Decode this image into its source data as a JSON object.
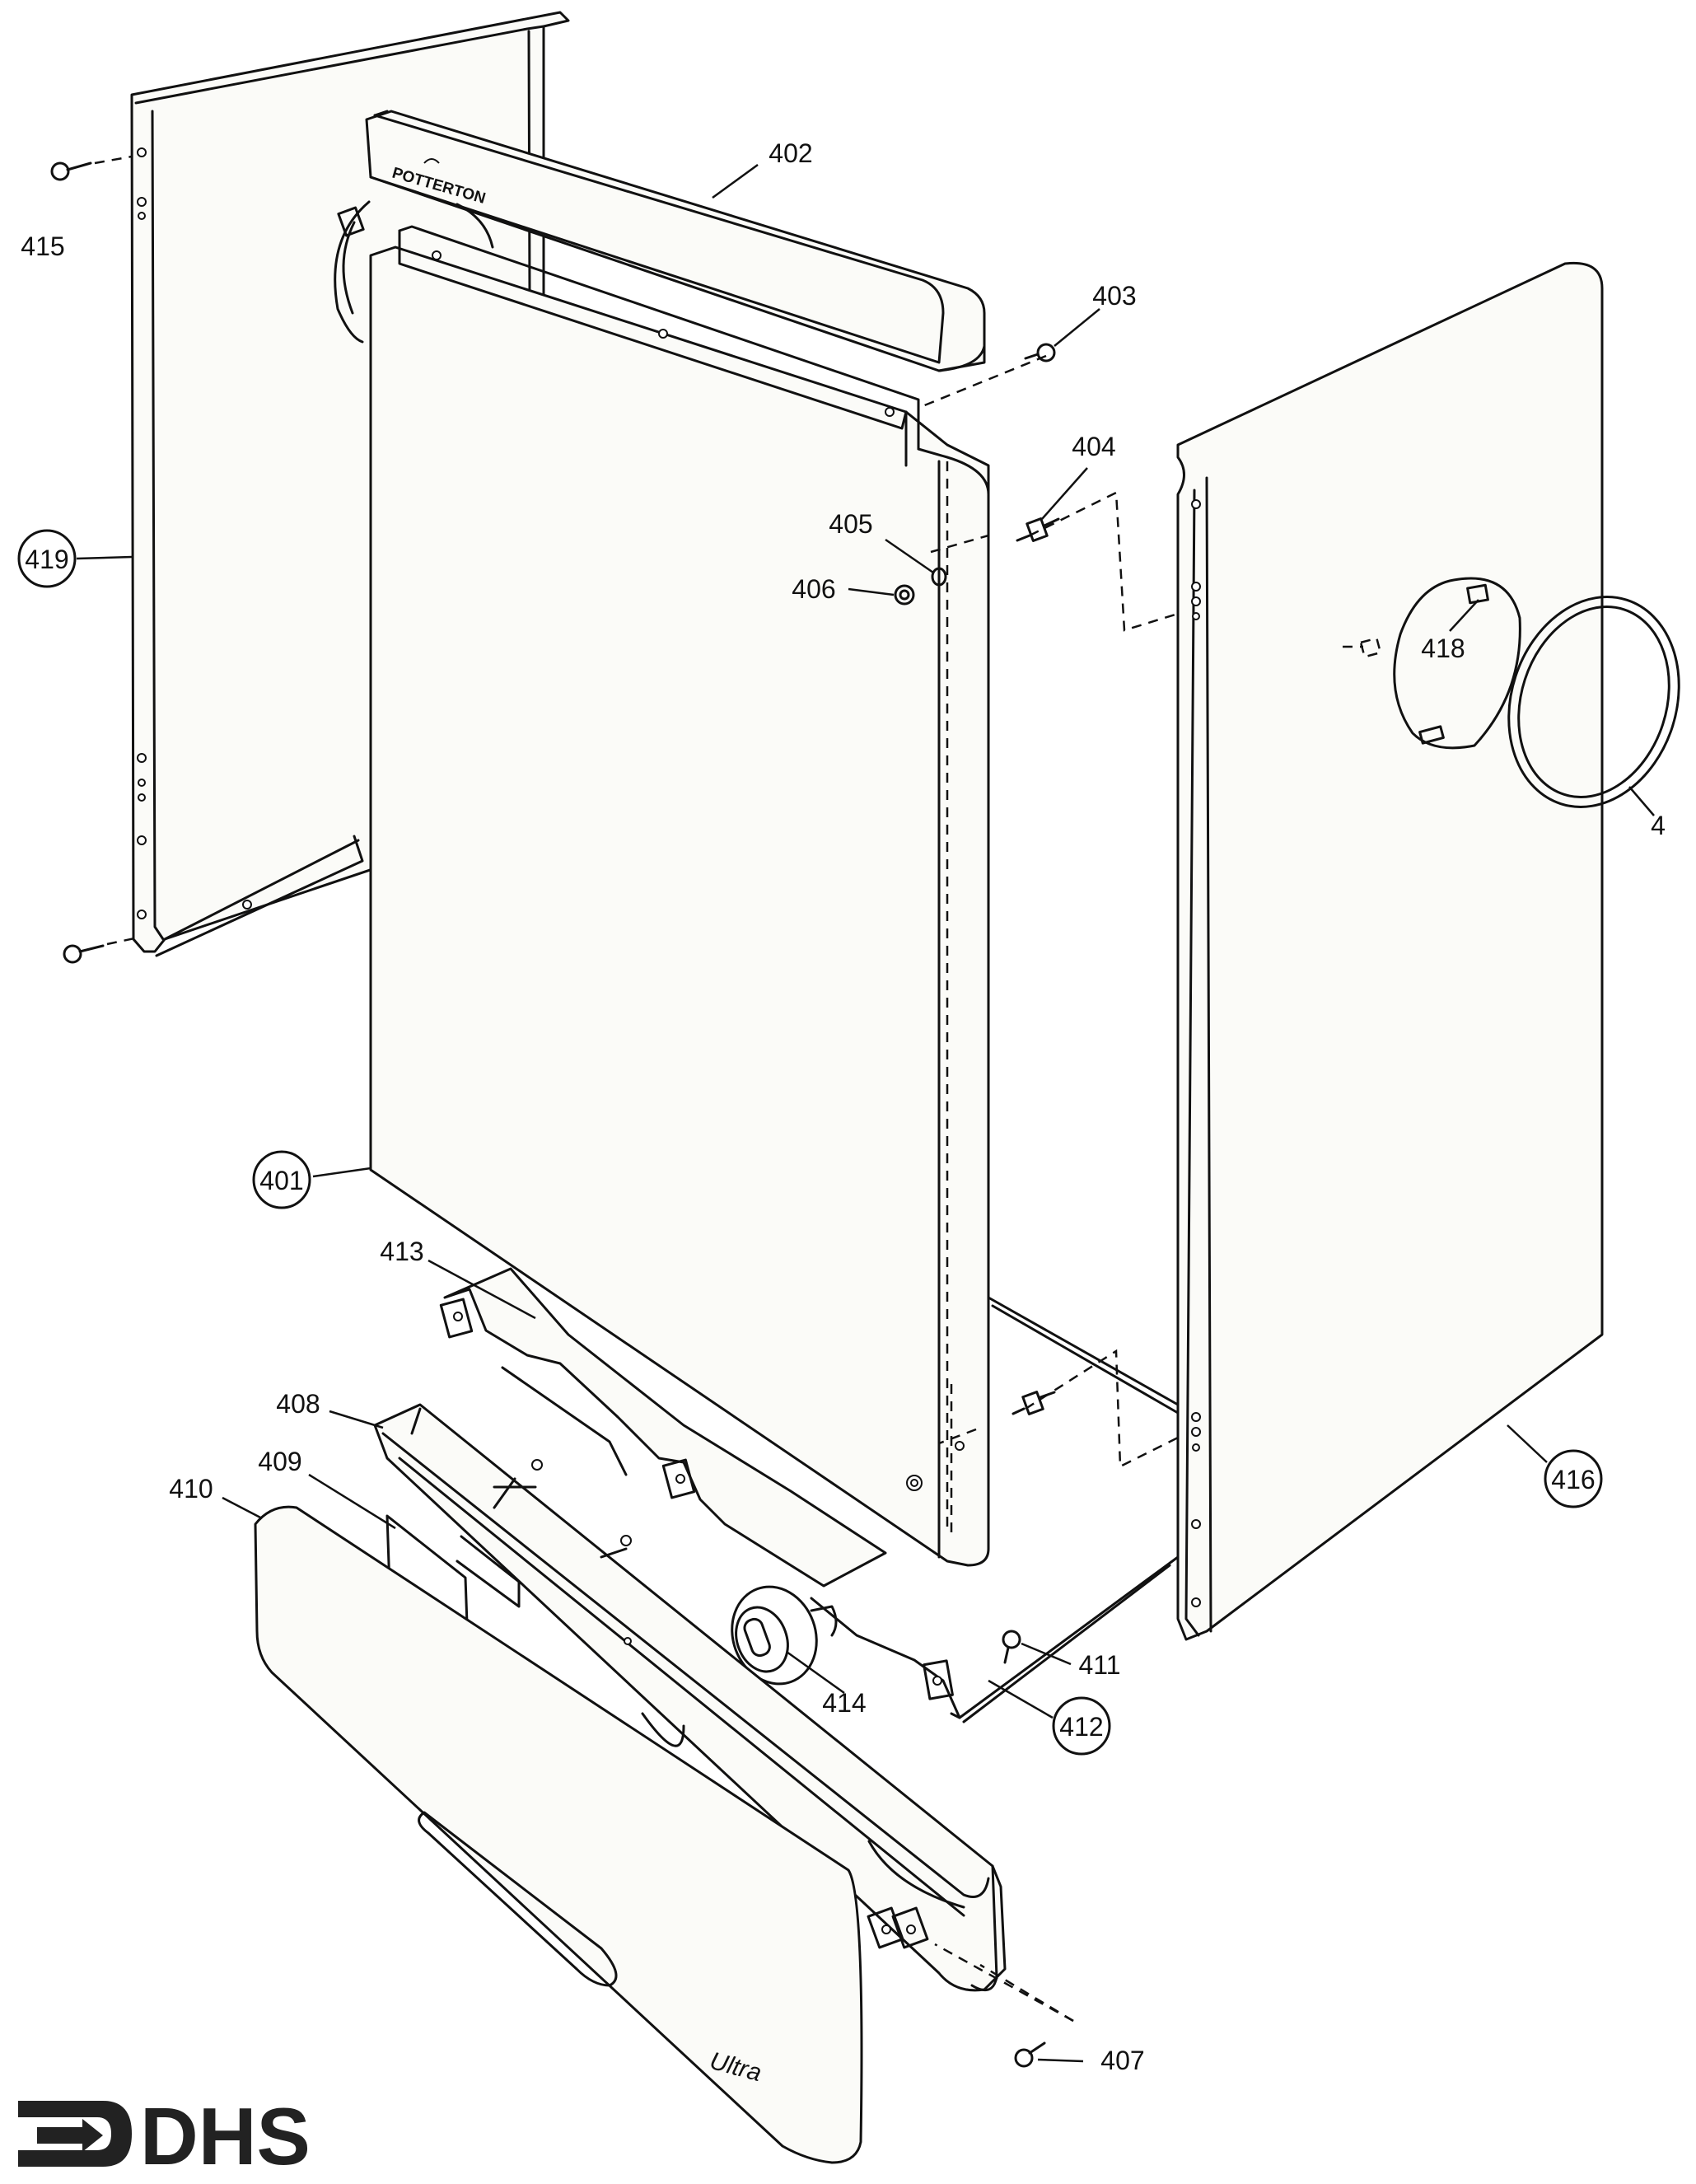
{
  "diagram": {
    "parts": [
      {
        "id": "p401",
        "number": "401",
        "circled": true
      },
      {
        "id": "p402",
        "number": "402",
        "circled": false
      },
      {
        "id": "p403",
        "number": "403",
        "circled": false
      },
      {
        "id": "p404",
        "number": "404",
        "circled": false
      },
      {
        "id": "p405",
        "number": "405",
        "circled": false
      },
      {
        "id": "p406",
        "number": "406",
        "circled": false
      },
      {
        "id": "p407",
        "number": "407",
        "circled": false
      },
      {
        "id": "p408",
        "number": "408",
        "circled": false
      },
      {
        "id": "p409",
        "number": "409",
        "circled": false
      },
      {
        "id": "p410",
        "number": "410",
        "circled": false
      },
      {
        "id": "p411",
        "number": "411",
        "circled": false
      },
      {
        "id": "p412",
        "number": "412",
        "circled": true
      },
      {
        "id": "p413",
        "number": "413",
        "circled": false
      },
      {
        "id": "p414",
        "number": "414",
        "circled": false
      },
      {
        "id": "p415",
        "number": "415",
        "circled": false
      },
      {
        "id": "p416",
        "number": "416",
        "circled": true
      },
      {
        "id": "p417",
        "number": "4",
        "circled": false
      },
      {
        "id": "p418",
        "number": "418",
        "circled": false
      },
      {
        "id": "p419",
        "number": "419",
        "circled": true
      }
    ],
    "top_panel_brand": "POTTERTON",
    "front_panel_script": "Ultra"
  },
  "logo": {
    "text": "DHS"
  },
  "colors": {
    "line": "#111111",
    "panel_fill": "#fbfbf8",
    "background": "#ffffff"
  }
}
